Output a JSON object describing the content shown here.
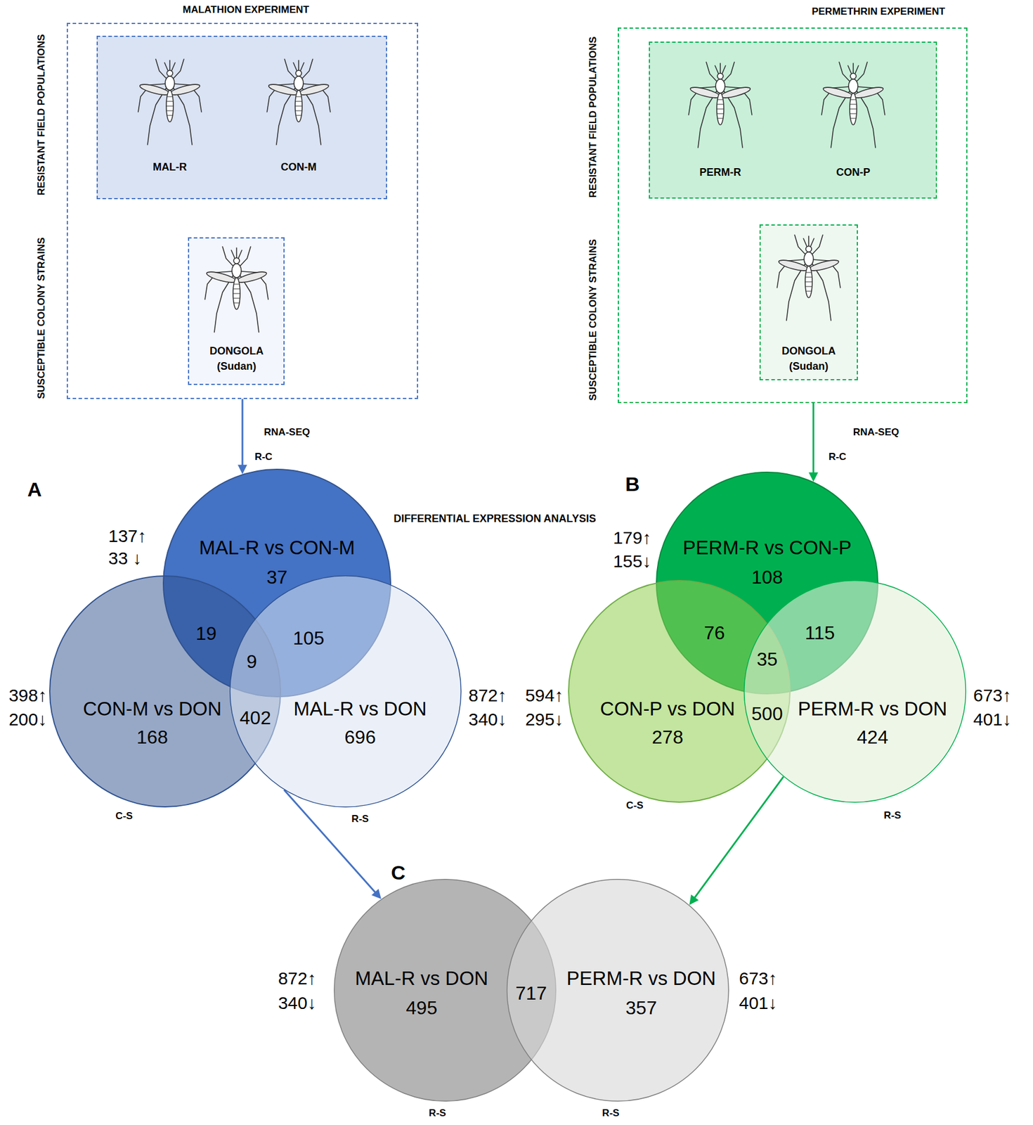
{
  "diagram": {
    "nodes": [
      {
        "text": [
          "MALATHION EXPERIMENT"
        ]
      },
      {
        "text": [
          "MAL-R",
          "CON-M"
        ],
        "in": 0
      },
      {
        "text": [
          "DONGOLA (Sudan)"
        ],
        "in": 0
      },
      {
        "text": [
          "PERMETHRIN EXPERIMENT"
        ]
      },
      {
        "text": [
          "PERM-R",
          "CON-P"
        ],
        "in": 3
      },
      {
        "text": [
          "DONGOLA (Sudan)"
        ],
        "in": 3
      },
      {
        "text": [
          "MAL-R vs CON-M",
          "37"
        ]
      },
      {
        "text": [
          "CON-M vs DON",
          "168"
        ]
      },
      {
        "text": [
          "MAL-R vs DON",
          "696"
        ]
      },
      {
        "text": [
          "PERM-R vs CON-P",
          "108"
        ]
      },
      {
        "text": [
          "CON-P vs DON",
          "278"
        ]
      },
      {
        "text": [
          "PERM-R vs DON",
          "424"
        ]
      },
      {
        "text": [
          "MAL-R vs DON",
          "495"
        ]
      },
      {
        "text": [
          "PERM-R vs DON",
          "357"
        ]
      }
    ],
    "edges": [
      {
        "from": 0,
        "to": 6,
        "label": "RNA-SEQ",
        "arrow": "to"
      },
      {
        "from": 3,
        "to": 9,
        "label": "RNA-SEQ",
        "arrow": "to"
      },
      {
        "from": 8,
        "to": 12,
        "arrow": "to"
      },
      {
        "from": 11,
        "to": 13,
        "arrow": "to"
      }
    ],
    "labels": [
      "RESISTANT FIELD POPULATIONS",
      "SUSCEPTIBLE COLONY STRAINS",
      "A",
      "137↑",
      "33 ↓",
      "398↑",
      "200↓",
      "872↑",
      "340↓",
      "19",
      "105",
      "9",
      "402",
      "R-C",
      "C-S",
      "R-S",
      "DIFFERENTIAL EXPRESSION ANALYSIS",
      "RESISTANT FIELD POPULATIONS",
      "SUSCEPTIBLE COLONY STRAINS",
      "B",
      "179↑",
      "155↓",
      "594↑",
      "295↓",
      "673↑",
      "401↓",
      "76",
      "115",
      "35",
      "500",
      "R-C",
      "C-S",
      "R-S",
      "C",
      "872↑",
      "340↓",
      "673↑",
      "401↓",
      "717",
      "R-S",
      "R-S"
    ]
  }
}
